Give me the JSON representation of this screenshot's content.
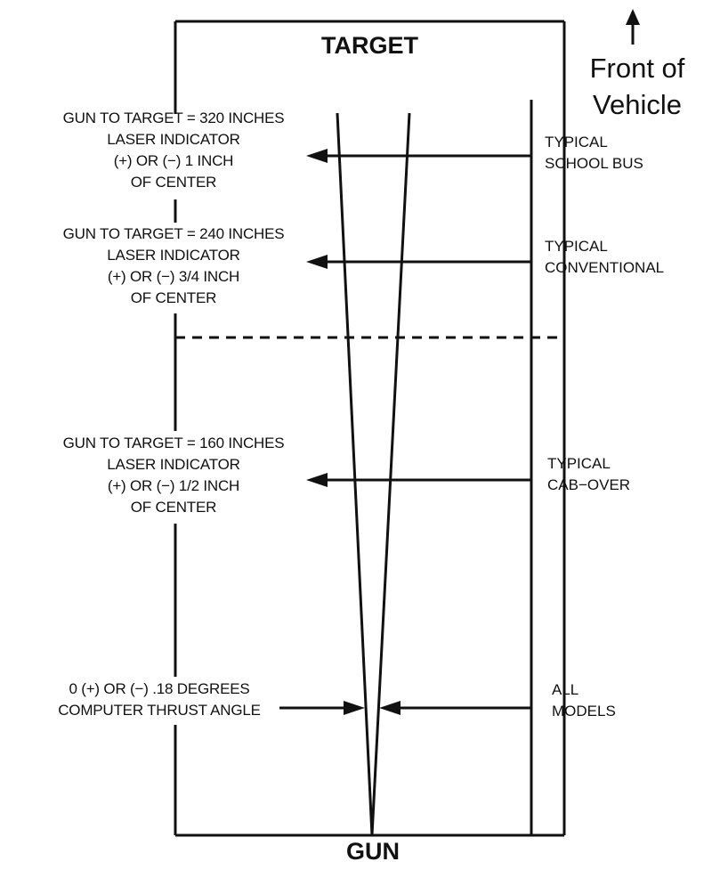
{
  "diagram": {
    "target_label": "TARGET",
    "gun_label": "GUN",
    "front_of_vehicle": {
      "line1": "Front of",
      "line2": "Vehicle"
    },
    "distance_labels": [
      {
        "line1": "GUN TO TARGET = 320 INCHES",
        "line2": "LASER INDICATOR",
        "line3": "(+) OR (−) 1 INCH",
        "line4": "OF CENTER"
      },
      {
        "line1": "GUN TO TARGET = 240 INCHES",
        "line2": "LASER INDICATOR",
        "line3": "(+) OR (−) 3/4 INCH",
        "line4": "OF CENTER"
      },
      {
        "line1": "GUN TO TARGET = 160 INCHES",
        "line2": "LASER INDICATOR",
        "line3": "(+) OR (−) 1/2 INCH",
        "line4": "OF CENTER"
      }
    ],
    "thrust_angle": {
      "line1": "0 (+) OR (−) .18 DEGREES",
      "line2": "COMPUTER THRUST ANGLE"
    },
    "vehicle_labels": [
      {
        "line1": "TYPICAL",
        "line2": "SCHOOL BUS"
      },
      {
        "line1": "TYPICAL",
        "line2": "CONVENTIONAL"
      },
      {
        "line1": "TYPICAL",
        "line2": "CAB−OVER"
      },
      {
        "line1": "ALL",
        "line2": "MODELS"
      }
    ]
  }
}
